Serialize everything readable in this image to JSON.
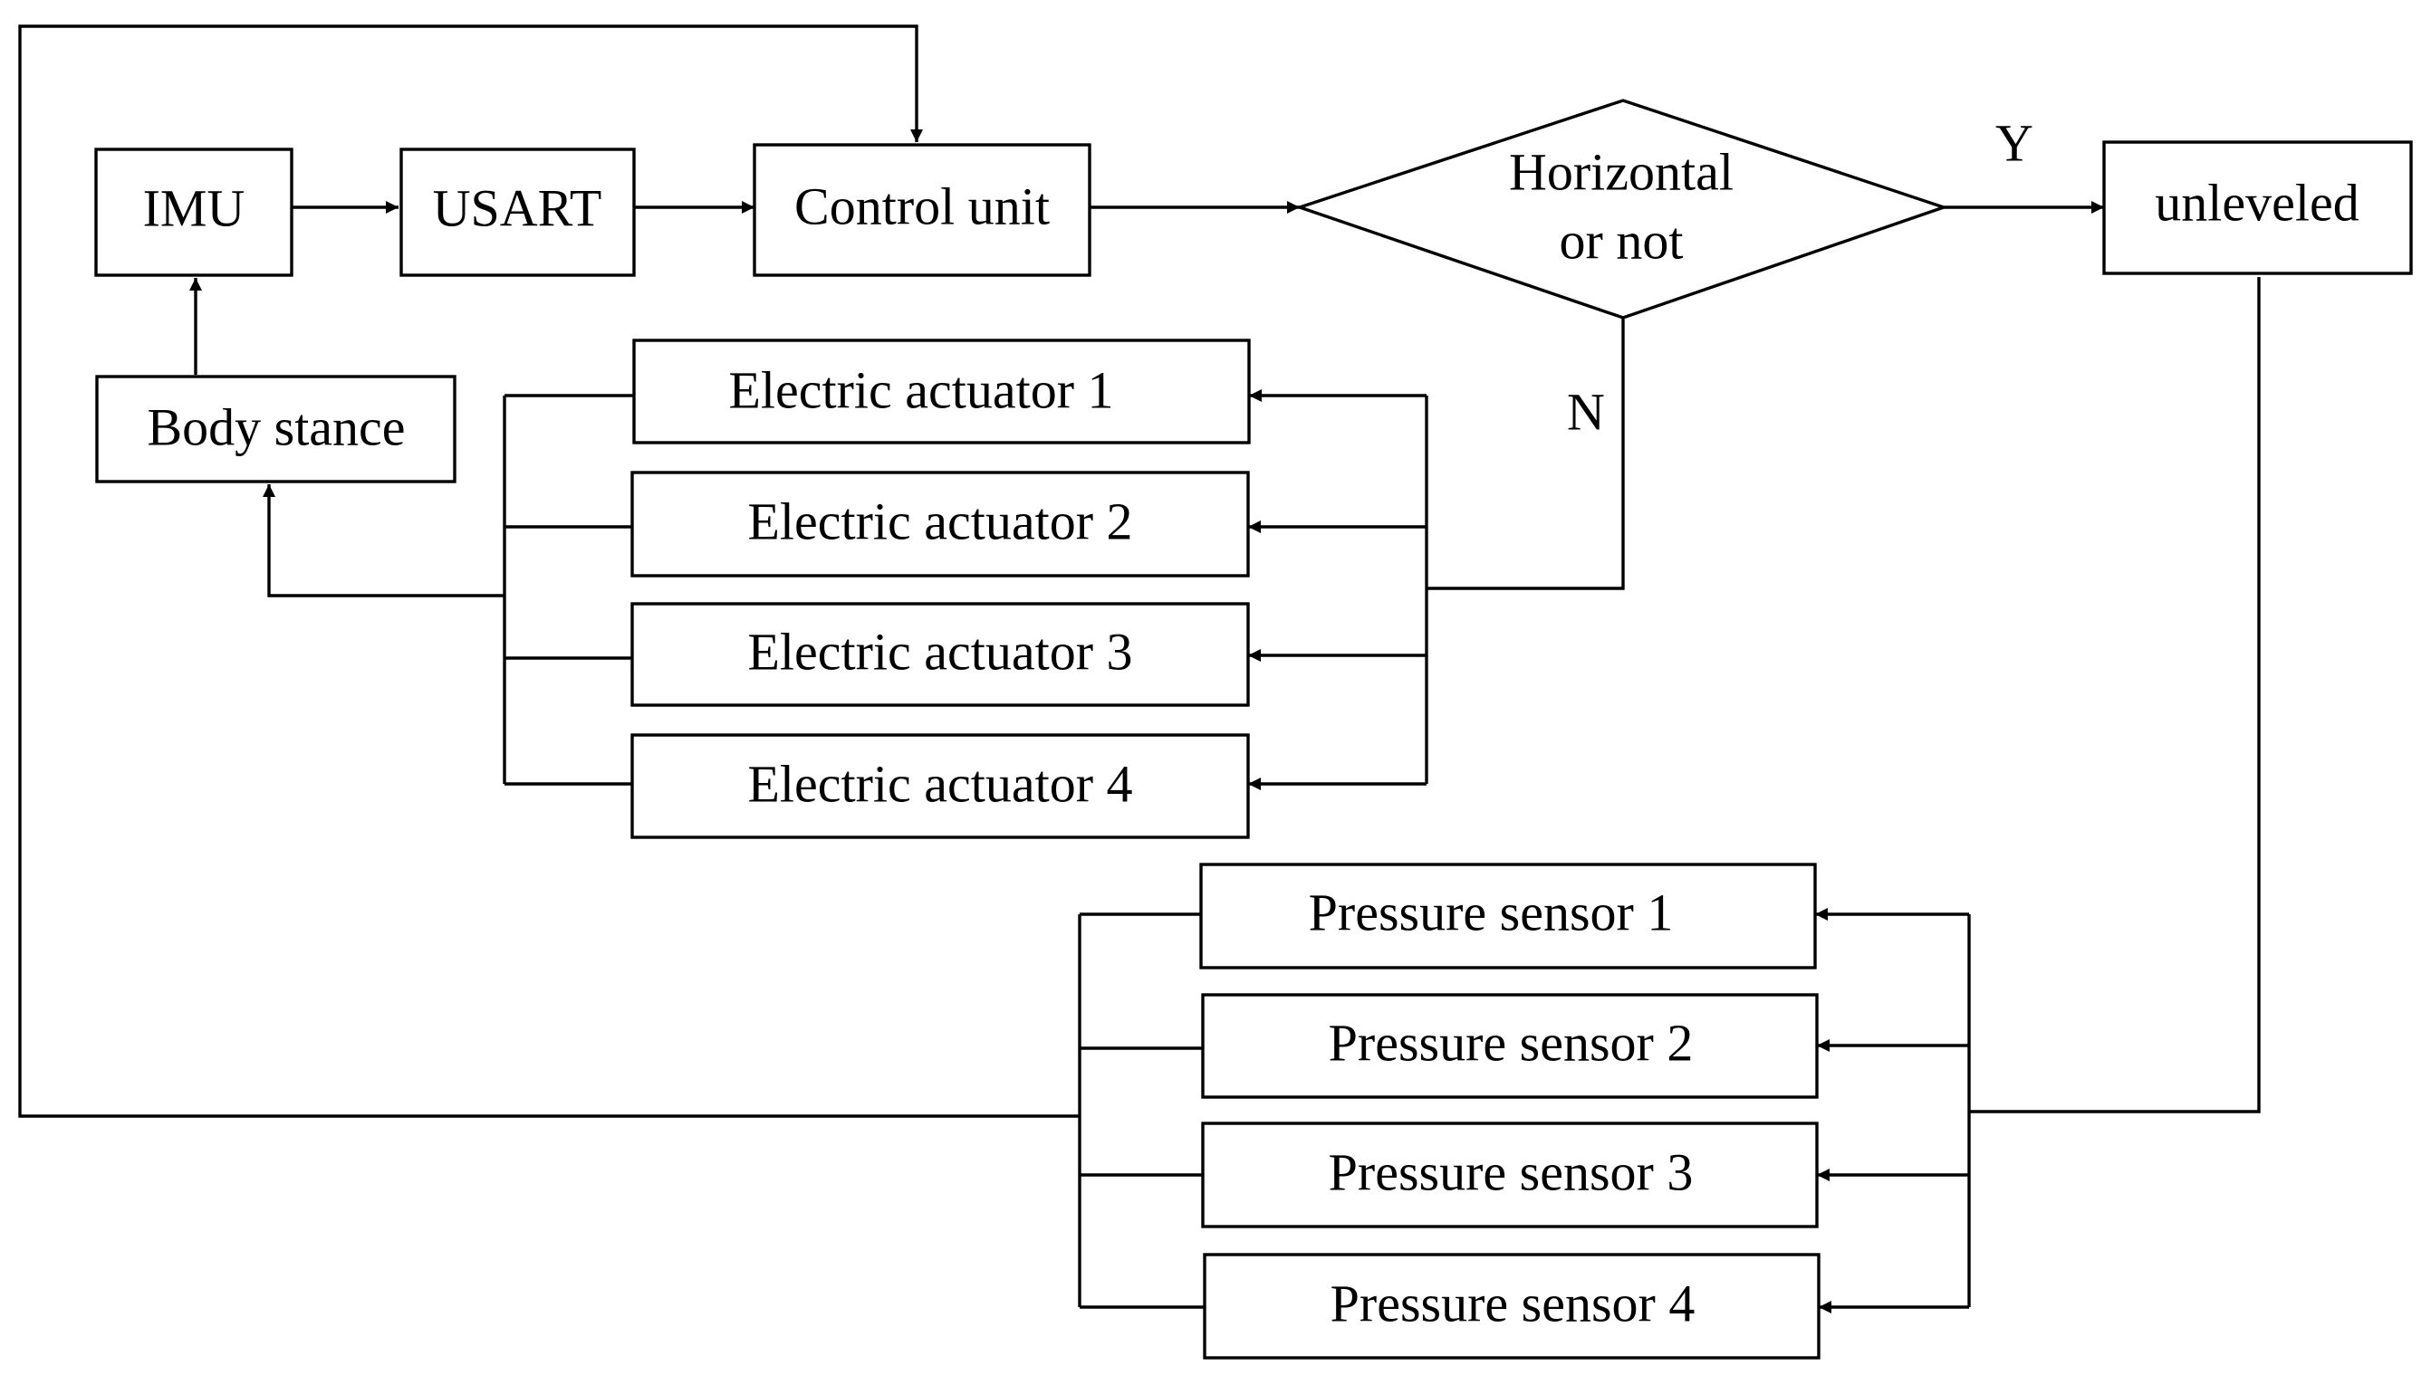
{
  "nodes": {
    "imu": "IMU",
    "usart": "USART",
    "control_unit": "Control unit",
    "decision_line1": "Horizontal",
    "decision_line2": "or not",
    "unleveled": "unleveled",
    "body_stance": "Body stance",
    "actuators": [
      "Electric actuator 1",
      "Electric actuator 2",
      "Electric actuator 3",
      "Electric actuator 4"
    ],
    "sensors": [
      "Pressure sensor 1",
      "Pressure sensor 2",
      "Pressure sensor 3",
      "Pressure sensor 4"
    ]
  },
  "edge_labels": {
    "yes": "Y",
    "no": "N"
  },
  "colors": {
    "stroke": "#000000",
    "background": "#ffffff"
  }
}
